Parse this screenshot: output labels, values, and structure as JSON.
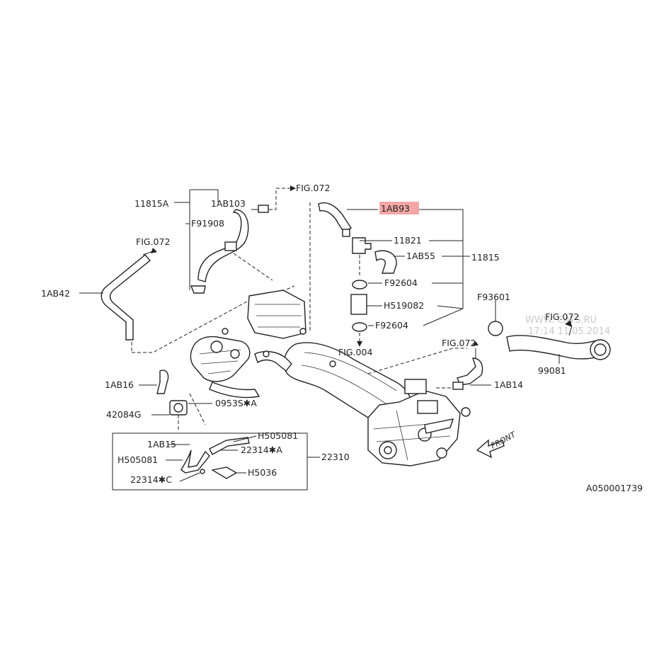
{
  "diagram": {
    "labels": {
      "fig072_top": "FIG.072",
      "l11815A": "11815A",
      "l1AB103": "1AB103",
      "lF91908": "F91908",
      "fig072_left": "FIG.072",
      "l1AB42": "1AB42",
      "l1AB93": "1AB93",
      "l11821": "11821",
      "l1AB55": "1AB55",
      "l11815": "11815",
      "lF92604a": "F92604",
      "lH519082": "H519082",
      "lF92604b": "F92604",
      "fig004": "FIG.004",
      "lF93601": "F93601",
      "fig072_right": "FIG.072",
      "fig072_mid": "FIG.072",
      "l99081": "99081",
      "l1AB14": "1AB14",
      "l1AB16": "1AB16",
      "l0953S": "0953S✱A",
      "l42084G": "42084G",
      "lH505081a": "H505081",
      "l1AB15": "1AB15",
      "l22314A": "22314✱A",
      "l22310": "22310",
      "lH505081b": "H505081",
      "lH5036": "H5036",
      "l22314C": "22314✱C",
      "front": "FRONT",
      "code": "A050001739"
    },
    "highlight": {
      "label": "l1AB93",
      "color": "#f4a6a6"
    },
    "watermark": {
      "line1": "WWW.  CATS.RU",
      "line2": "17:14 11.05.2014"
    }
  }
}
